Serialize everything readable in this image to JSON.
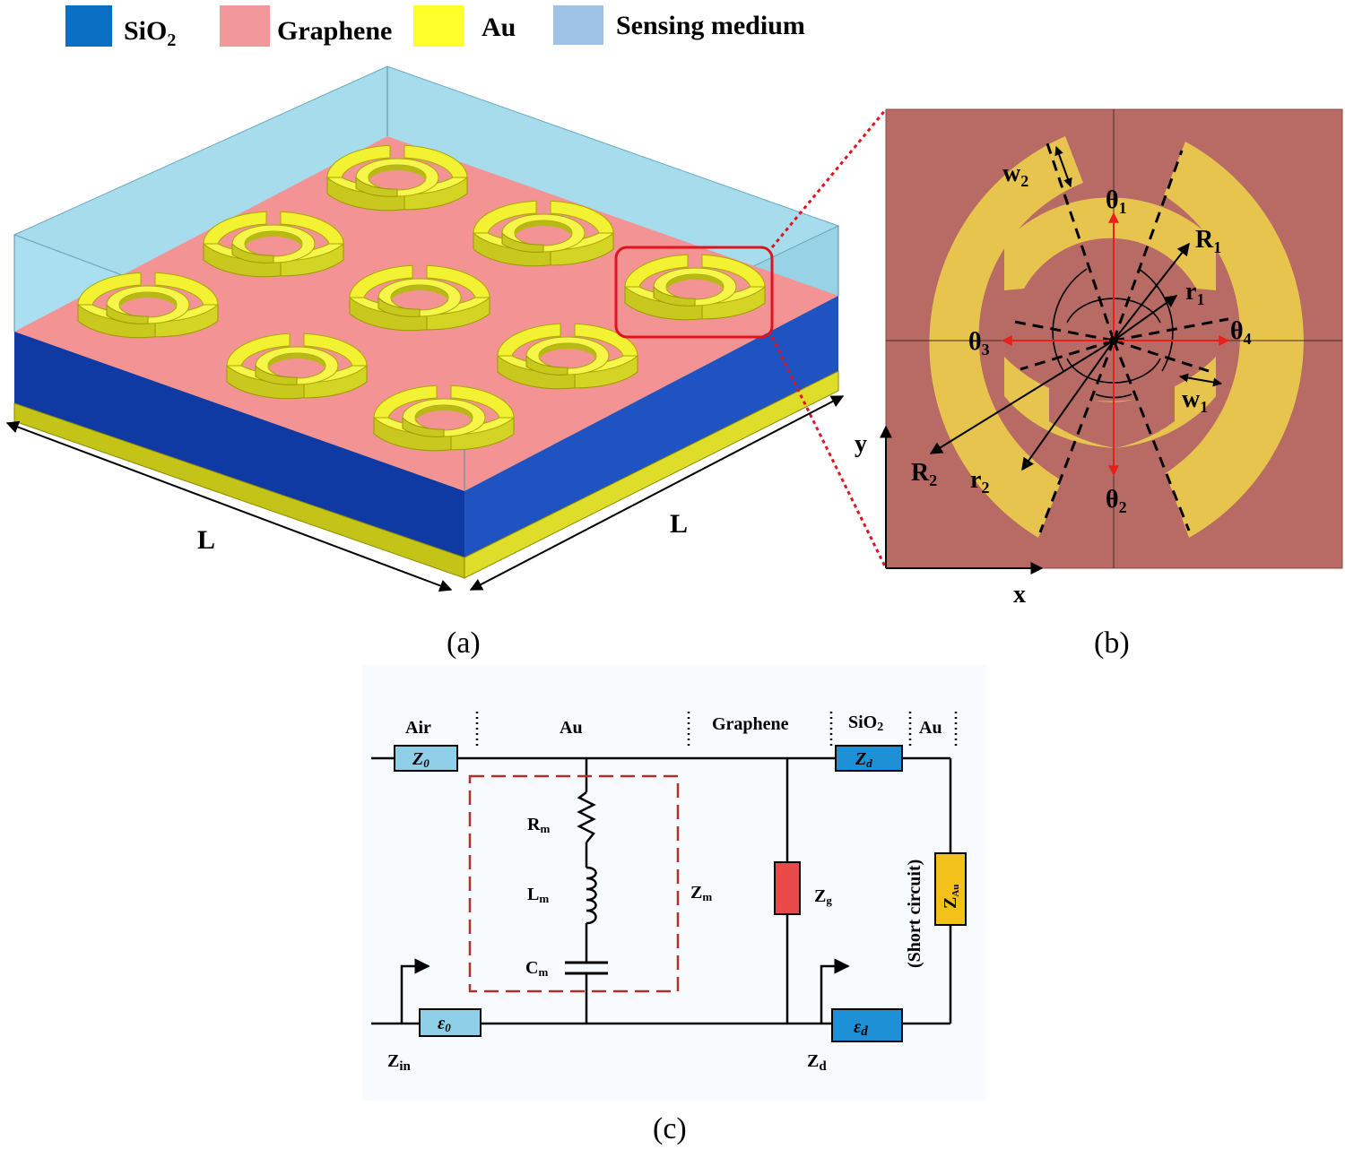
{
  "legend": {
    "items": [
      {
        "label": "SiO",
        "sub": "2",
        "color": "#0a6fc2"
      },
      {
        "label": "Graphene",
        "sub": "",
        "color": "#f3989a"
      },
      {
        "label": "Au",
        "sub": "",
        "color": "#ffff2a"
      },
      {
        "label": "Sensing medium",
        "sub": "",
        "color": "#9ec3e6"
      }
    ]
  },
  "panel_a": {
    "caption": "(a)",
    "dim_left": "L",
    "dim_right": "L",
    "colors": {
      "sensing": "#a6dcec",
      "graphene": "#f49393",
      "sio2": "#1244a8",
      "au": "#c8c81e",
      "ring": "#f2f233",
      "highlight": "#e0141e"
    }
  },
  "panel_b": {
    "caption": "(b)",
    "axis_x": "x",
    "axis_y": "y",
    "labels": {
      "theta1": "θ",
      "theta1_sub": "1",
      "theta2": "θ",
      "theta2_sub": "2",
      "theta3": "θ",
      "theta3_sub": "3",
      "theta4": "θ",
      "theta4_sub": "4",
      "R1": "R",
      "R1_sub": "1",
      "r1": "r",
      "r1_sub": "1",
      "R2": "R",
      "R2_sub": "2",
      "r2": "r",
      "r2_sub": "2",
      "w1": "w",
      "w1_sub": "1",
      "w2": "w",
      "w2_sub": "2"
    },
    "colors": {
      "bg": "#b86a65",
      "ring": "#e6c44e",
      "arrow": "#e8201c"
    }
  },
  "panel_c": {
    "caption": "(c)",
    "regions": {
      "air": "Air",
      "au1": "Au",
      "graphene": "Graphene",
      "sio2": "SiO",
      "sio2_sub": "2",
      "au2": "Au"
    },
    "boxes": {
      "z0": "Z",
      "z0_sub": "0",
      "zd": "Z",
      "zd_sub": "d",
      "e0": "ε",
      "e0_sub": "0",
      "ed": "ε",
      "ed_sub": "d",
      "zau": "Z",
      "zau_sub": "Au"
    },
    "components": {
      "rm": "R",
      "rm_sub": "m",
      "lm": "L",
      "lm_sub": "m",
      "cm": "C",
      "cm_sub": "m",
      "zm": "Z",
      "zm_sub": "m",
      "zg": "Z",
      "zg_sub": "g"
    },
    "short_circuit": "(Short circuit)",
    "zin": "Z",
    "zin_sub": "in",
    "zd_port": "Z",
    "zd_port_sub": "d",
    "colors": {
      "light_box": "#8fd0e8",
      "blue_box": "#1e90d6",
      "zg_box": "#e84a4a",
      "zau_box": "#f2c21a",
      "dash": "#b0302c"
    }
  }
}
